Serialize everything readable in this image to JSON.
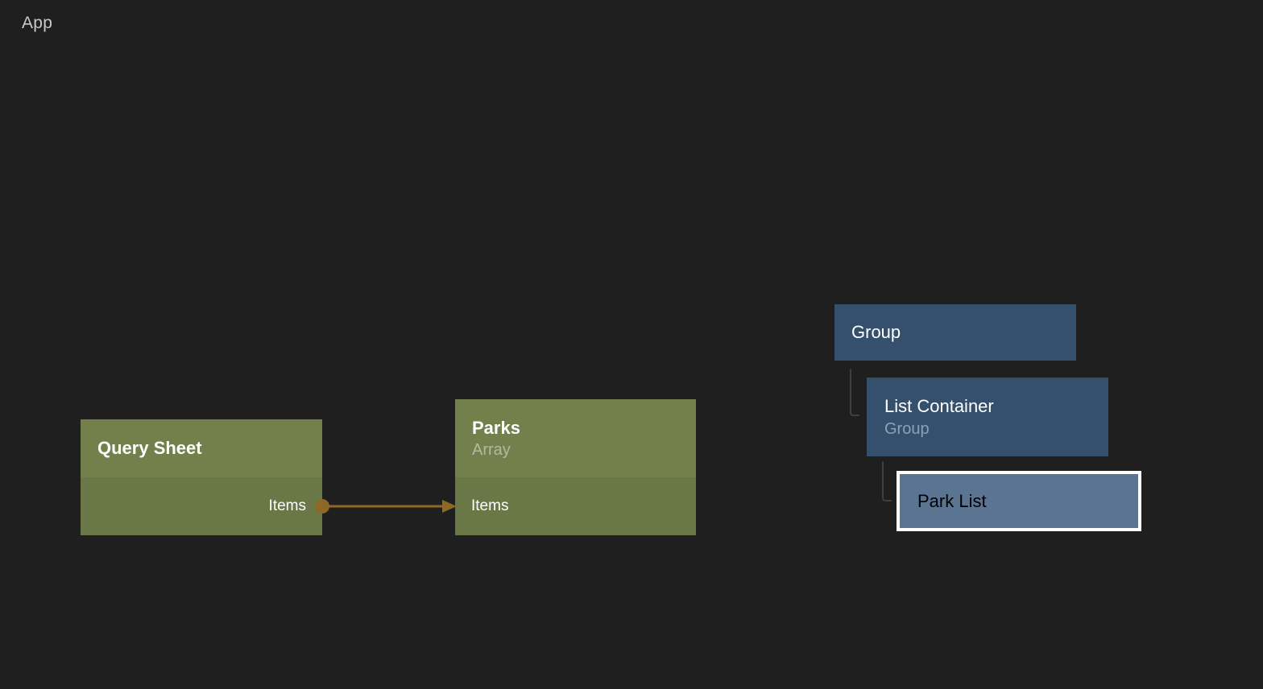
{
  "header": {
    "app_label": "App"
  },
  "canvas": {
    "background_color": "#1f1f1f",
    "flow_nodes": [
      {
        "id": "query-sheet",
        "title": "Query Sheet",
        "ports": [
          {
            "name": "Items",
            "direction": "output"
          }
        ]
      },
      {
        "id": "parks",
        "title": "Parks",
        "subtitle": "Array",
        "ports": [
          {
            "name": "Items",
            "direction": "input"
          }
        ]
      }
    ],
    "connection": {
      "from": "Query Sheet / Items",
      "to": "Parks / Items",
      "color": "#8e6827"
    },
    "tree_nodes": [
      {
        "id": "group",
        "title": "Group",
        "selected": false
      },
      {
        "id": "list-container",
        "title": "List Container",
        "subtitle": "Group",
        "selected": false
      },
      {
        "id": "park-list",
        "title": "Park List",
        "selected": true
      }
    ],
    "colors": {
      "flow_node_header": "#73804b",
      "flow_node_body": "#6a7746",
      "tree_node": "#34506d",
      "tree_node_selected": "#5a7492",
      "selection_border": "#ffffff",
      "wire": "#8e6827",
      "tree_connector_line": "#3f3f3f",
      "subtitle_on_green": "#b3baa3",
      "subtitle_on_blue": "#8da0b8",
      "app_label_text": "#c9c9c9",
      "node_title_text": "#ffffff"
    }
  }
}
